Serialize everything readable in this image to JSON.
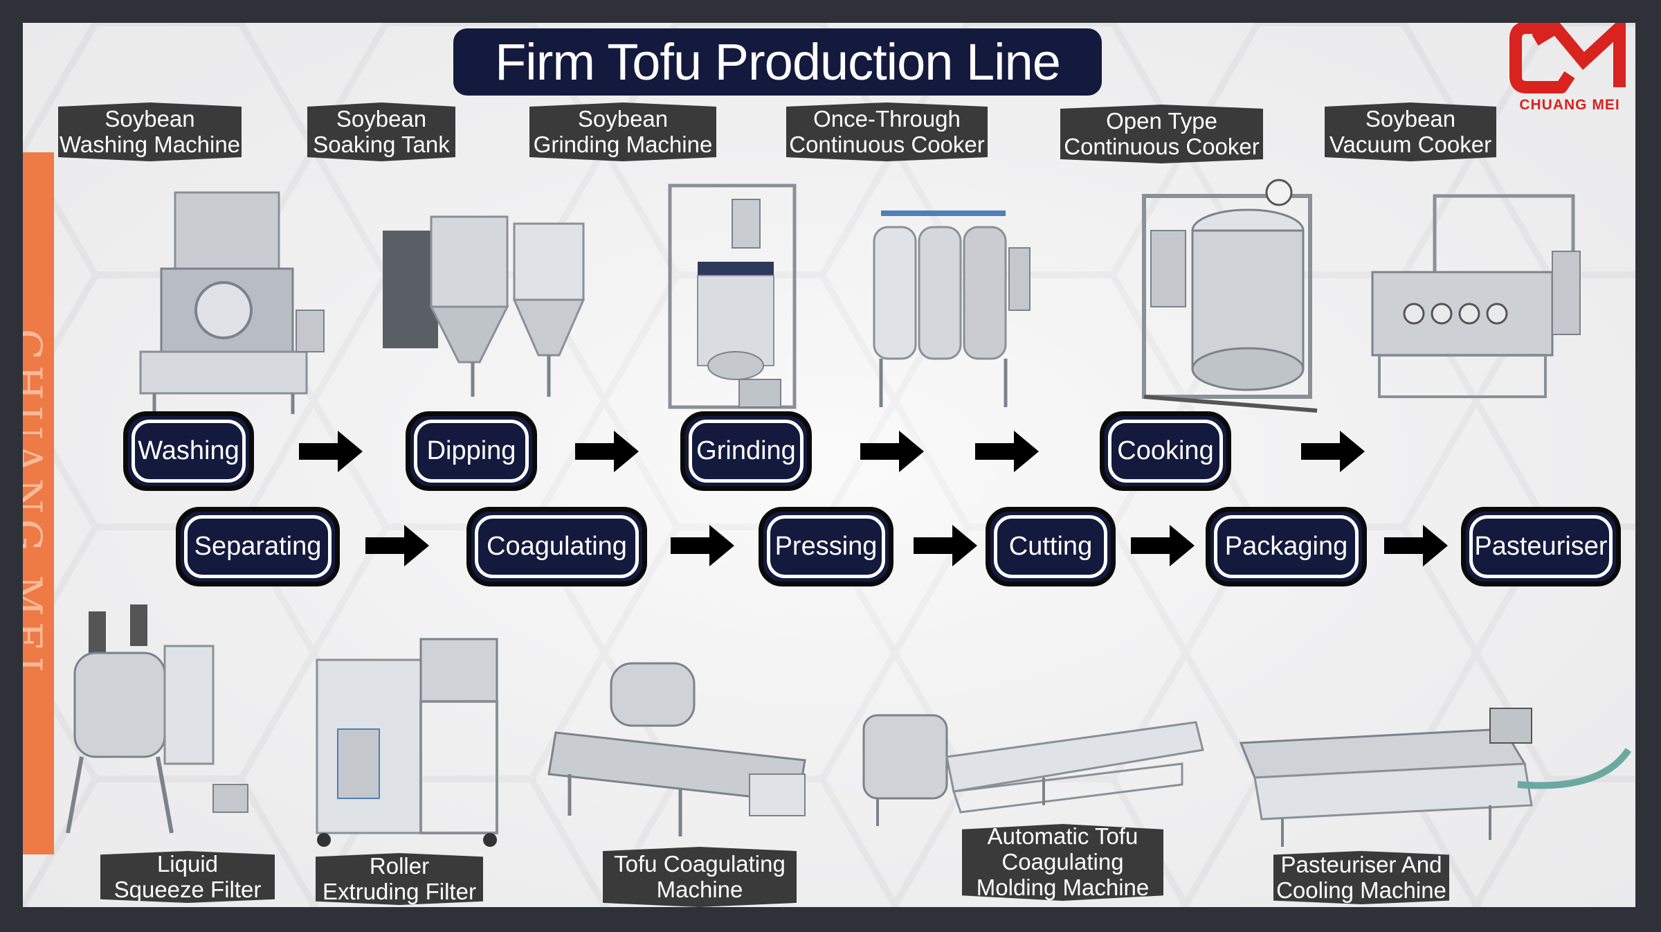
{
  "title": "Firm Tofu Production Line",
  "brand": {
    "logo_letters": "CM",
    "name": "CHUANG MEI",
    "side_banner": "CHUANG MEI",
    "colors": {
      "logo_red": "#d8231e",
      "side_orange": "#ee7a45",
      "navy": "#131a3d",
      "label_gray": "#3b3a3b",
      "frame": "#2e3138"
    }
  },
  "top_machines": [
    {
      "line1": "Soybean",
      "line2": "Washing Machine"
    },
    {
      "line1": "Soybean",
      "line2": "Soaking Tank"
    },
    {
      "line1": "Soybean",
      "line2": "Grinding Machine"
    },
    {
      "line1": "Once-Through",
      "line2": "Continuous Cooker"
    },
    {
      "line1": "Open Type",
      "line2": "Continuous Cooker"
    },
    {
      "line1": "Soybean",
      "line2": "Vacuum Cooker"
    }
  ],
  "process_row1": [
    "Washing",
    "Dipping",
    "Grinding",
    "Cooking"
  ],
  "process_row2": [
    "Separating",
    "Coagulating",
    "Pressing",
    "Cutting",
    "Packaging",
    "Pasteuriser"
  ],
  "bottom_machines": [
    {
      "lines": [
        "Liquid",
        "Squeeze Filter"
      ]
    },
    {
      "lines": [
        "Roller",
        "Extruding Filter"
      ]
    },
    {
      "lines": [
        "Tofu Coagulating",
        "Machine"
      ]
    },
    {
      "lines": [
        "Automatic Tofu",
        "Coagulating",
        "Molding Machine"
      ]
    },
    {
      "lines": [
        "Pasteuriser And",
        "Cooling Machine"
      ]
    }
  ]
}
